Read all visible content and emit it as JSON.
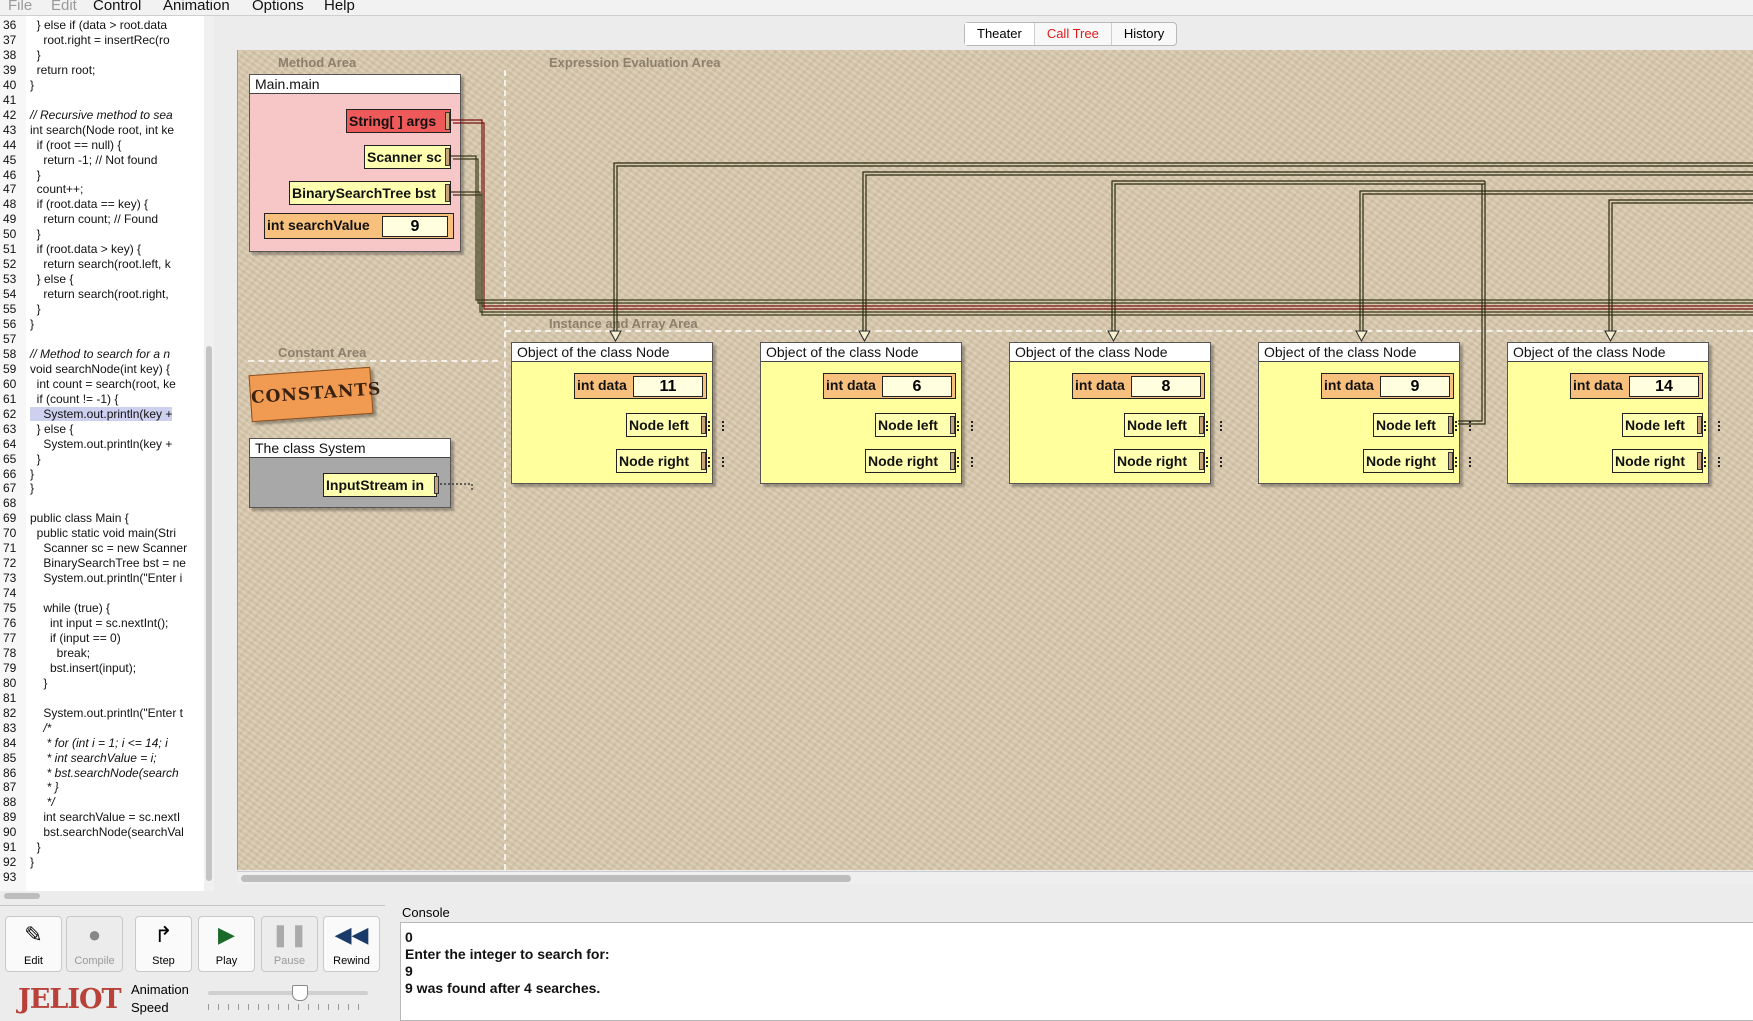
{
  "menu": [
    "File",
    "Edit",
    "Control",
    "Animation",
    "Options",
    "Help"
  ],
  "code_lines": [
    {
      "n": "36",
      "t": "  } else if (data > root.data"
    },
    {
      "n": "37",
      "t": "    root.right = insertRec(ro"
    },
    {
      "n": "38",
      "t": "  }"
    },
    {
      "n": "39",
      "t": "  return root;"
    },
    {
      "n": "40",
      "t": "}"
    },
    {
      "n": "41",
      "t": ""
    },
    {
      "n": "42",
      "t": "// Recursive method to sea"
    },
    {
      "n": "43",
      "t": "int search(Node root, int ke"
    },
    {
      "n": "44",
      "t": "  if (root == null) {"
    },
    {
      "n": "45",
      "t": "    return -1; // Not found"
    },
    {
      "n": "46",
      "t": "  }"
    },
    {
      "n": "47",
      "t": "  count++;"
    },
    {
      "n": "48",
      "t": "  if (root.data == key) {"
    },
    {
      "n": "49",
      "t": "    return count; // Found"
    },
    {
      "n": "50",
      "t": "  }"
    },
    {
      "n": "51",
      "t": "  if (root.data > key) {"
    },
    {
      "n": "52",
      "t": "    return search(root.left, k"
    },
    {
      "n": "53",
      "t": "  } else {"
    },
    {
      "n": "54",
      "t": "    return search(root.right,"
    },
    {
      "n": "55",
      "t": "  }"
    },
    {
      "n": "56",
      "t": "}"
    },
    {
      "n": "57",
      "t": ""
    },
    {
      "n": "58",
      "t": "// Method to search for a n"
    },
    {
      "n": "59",
      "t": "void searchNode(int key) {"
    },
    {
      "n": "60",
      "t": "  int count = search(root, ke"
    },
    {
      "n": "61",
      "t": "  if (count != -1) {"
    },
    {
      "n": "62",
      "t": "    System.out.println(key +"
    },
    {
      "n": "63",
      "t": "  } else {"
    },
    {
      "n": "64",
      "t": "    System.out.println(key +"
    },
    {
      "n": "65",
      "t": "  }"
    },
    {
      "n": "66",
      "t": "}"
    },
    {
      "n": "67",
      "t": "}"
    },
    {
      "n": "68",
      "t": ""
    },
    {
      "n": "69",
      "t": "public class Main {"
    },
    {
      "n": "70",
      "t": "  public static void main(Stri"
    },
    {
      "n": "71",
      "t": "    Scanner sc = new Scanner"
    },
    {
      "n": "72",
      "t": "    BinarySearchTree bst = ne"
    },
    {
      "n": "73",
      "t": "    System.out.println(\"Enter i"
    },
    {
      "n": "74",
      "t": ""
    },
    {
      "n": "75",
      "t": "    while (true) {"
    },
    {
      "n": "76",
      "t": "      int input = sc.nextInt();"
    },
    {
      "n": "77",
      "t": "      if (input == 0)"
    },
    {
      "n": "78",
      "t": "        break;"
    },
    {
      "n": "79",
      "t": "      bst.insert(input);"
    },
    {
      "n": "80",
      "t": "    }"
    },
    {
      "n": "81",
      "t": ""
    },
    {
      "n": "82",
      "t": "    System.out.println(\"Enter t"
    },
    {
      "n": "83",
      "t": "    /*"
    },
    {
      "n": "84",
      "t": "     * for (int i = 1; i <= 14; i"
    },
    {
      "n": "85",
      "t": "     * int searchValue = i;"
    },
    {
      "n": "86",
      "t": "     * bst.searchNode(search"
    },
    {
      "n": "87",
      "t": "     * }"
    },
    {
      "n": "88",
      "t": "     */"
    },
    {
      "n": "89",
      "t": "    int searchValue = sc.nextI"
    },
    {
      "n": "90",
      "t": "    bst.searchNode(searchVal"
    },
    {
      "n": "91",
      "t": "  }"
    },
    {
      "n": "92",
      "t": "}"
    },
    {
      "n": "93",
      "t": ""
    }
  ],
  "highlighted_line": "62",
  "tabs": [
    "Theater",
    "Call Tree",
    "History"
  ],
  "areas": {
    "method": "Method Area",
    "expression": "Expression Evaluation Area",
    "instance": "Instance and Array Area",
    "constant": "Constant Area"
  },
  "main_frame": {
    "title": "Main.main",
    "args_label": "String[ ] args",
    "scanner_label": "Scanner sc",
    "bst_label": "BinarySearchTree bst",
    "search_label": "int searchValue",
    "search_value": "9"
  },
  "constants_label": "CONSTANTS",
  "system_class": {
    "title": "The class System",
    "field": "InputStream in"
  },
  "nodes": [
    {
      "title": "Object of the class Node",
      "data_label": "int data",
      "data": "11",
      "left": "Node left",
      "right": "Node right"
    },
    {
      "title": "Object of the class Node",
      "data_label": "int data",
      "data": "6",
      "left": "Node left",
      "right": "Node right"
    },
    {
      "title": "Object of the class Node",
      "data_label": "int data",
      "data": "8",
      "left": "Node left",
      "right": "Node right"
    },
    {
      "title": "Object of the class Node",
      "data_label": "int data",
      "data": "9",
      "left": "Node left",
      "right": "Node right"
    },
    {
      "title": "Object of the class Node",
      "data_label": "int data",
      "data": "14",
      "left": "Node left",
      "right": "Node right"
    }
  ],
  "controls": {
    "edit": "Edit",
    "compile": "Compile",
    "step": "Step",
    "play": "Play",
    "pause": "Pause",
    "rewind": "Rewind",
    "speed_label_1": "Animation",
    "speed_label_2": "Speed",
    "logo": "JELIOT"
  },
  "console": {
    "title": "Console",
    "lines": [
      "0",
      "Enter the integer to search for:",
      "9",
      "9 was found after 4 searches."
    ]
  }
}
